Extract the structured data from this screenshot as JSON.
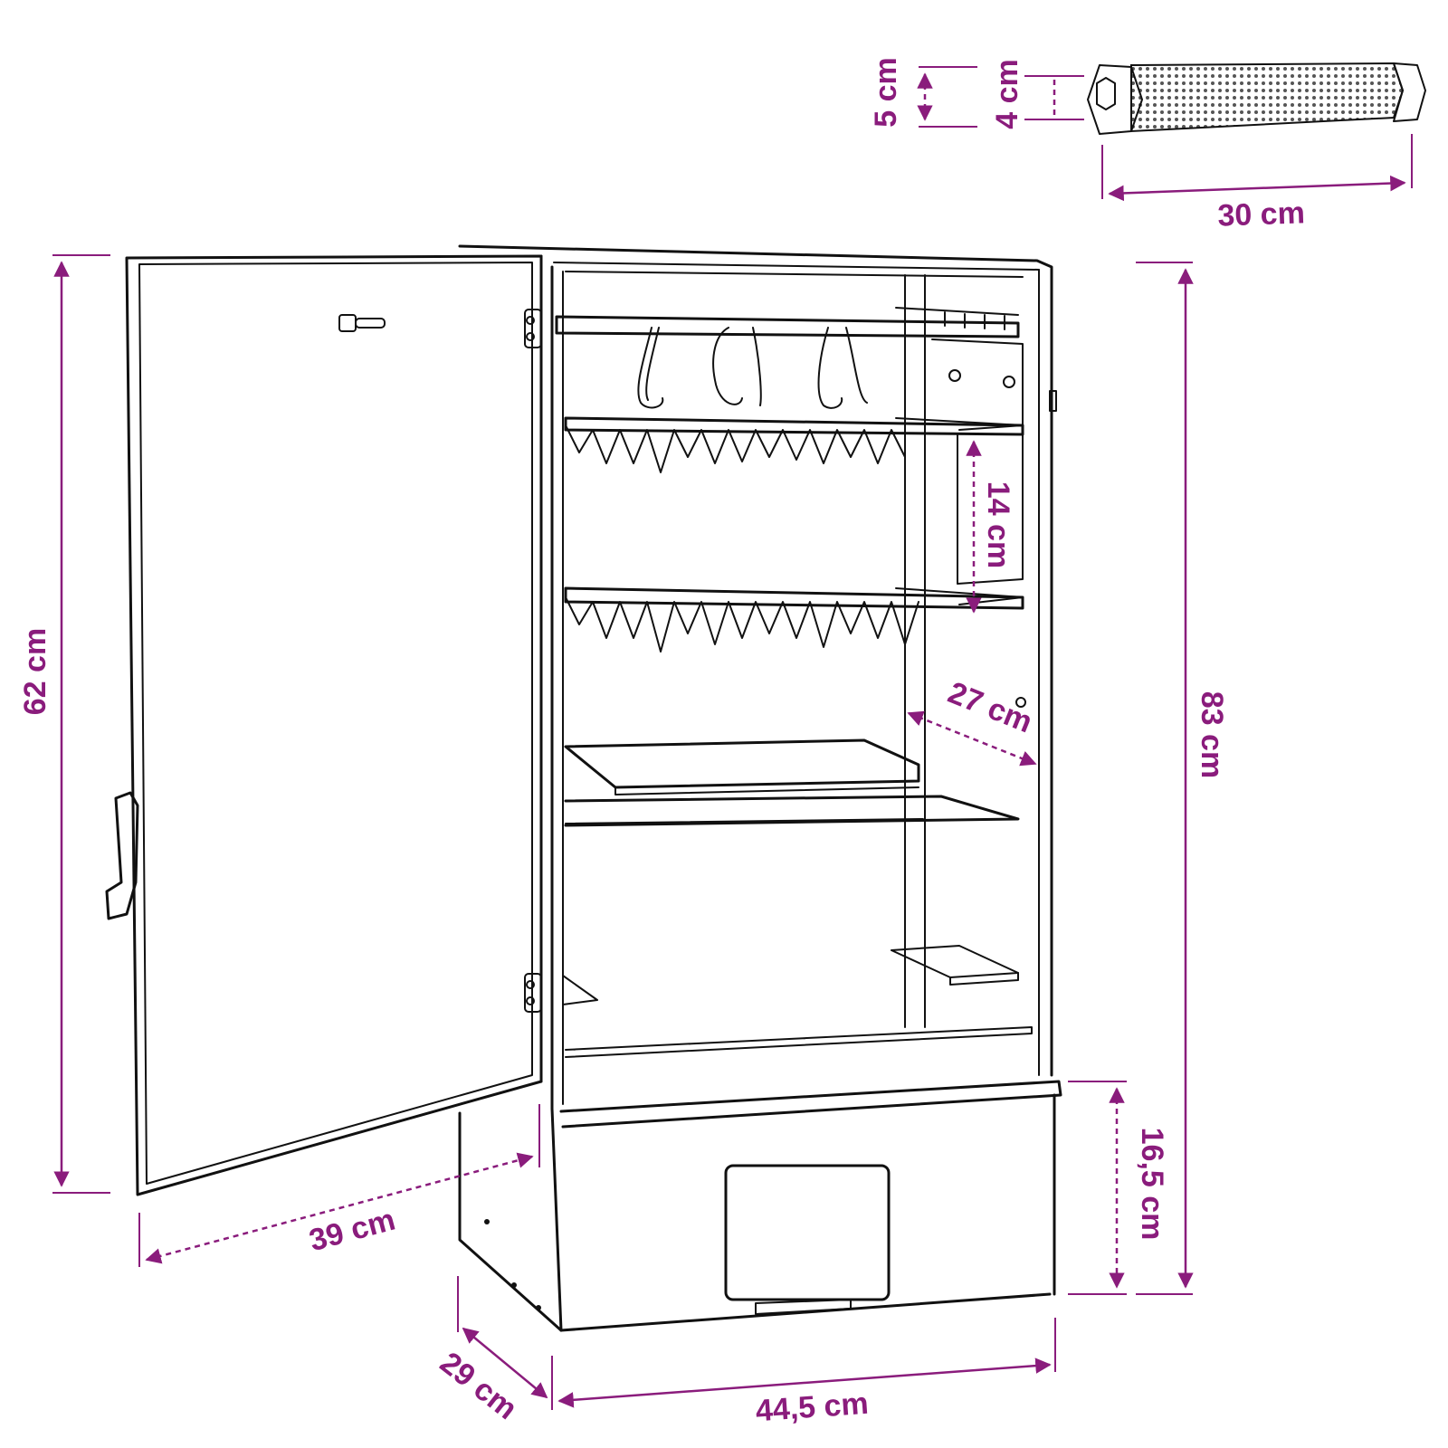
{
  "colors": {
    "dimension": "#8a1c7c",
    "outline": "#111111"
  },
  "components": [
    "smoker-cabinet",
    "smoke-generator-tube"
  ],
  "dimensions": {
    "tube_outer_diameter": "5 cm",
    "tube_inner_diameter": "4 cm",
    "tube_length": "30 cm",
    "door_height": "62 cm",
    "total_height": "83 cm",
    "rack_spacing": "14 cm",
    "inner_depth": "27 cm",
    "door_width": "39 cm",
    "base_height": "16,5 cm",
    "depth": "29 cm",
    "width": "44,5 cm"
  }
}
